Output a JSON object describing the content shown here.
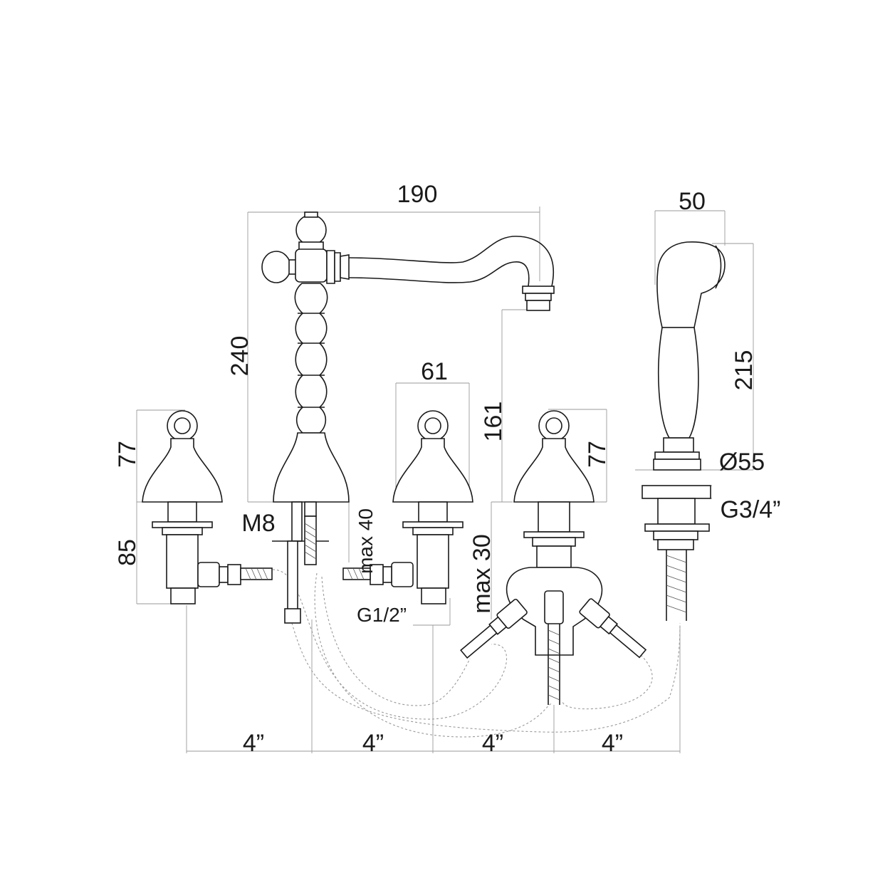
{
  "dimensions": {
    "spout_reach": "190",
    "handshower_width": "50",
    "spout_height": "240",
    "handshower_height": "215",
    "valve_width": "61",
    "spout_outlet_height": "161",
    "left_handle_height": "77",
    "right_handle_height": "77",
    "shank_length": "85",
    "thread_m8": "M8",
    "max_40": "max 40",
    "max_30": "max 30",
    "g_half": "G1/2”",
    "diameter_55": "Ø55",
    "g_three_quarter": "G3/4”",
    "spacing_1": "4”",
    "spacing_2": "4”",
    "spacing_3": "4”",
    "spacing_4": "4”"
  }
}
